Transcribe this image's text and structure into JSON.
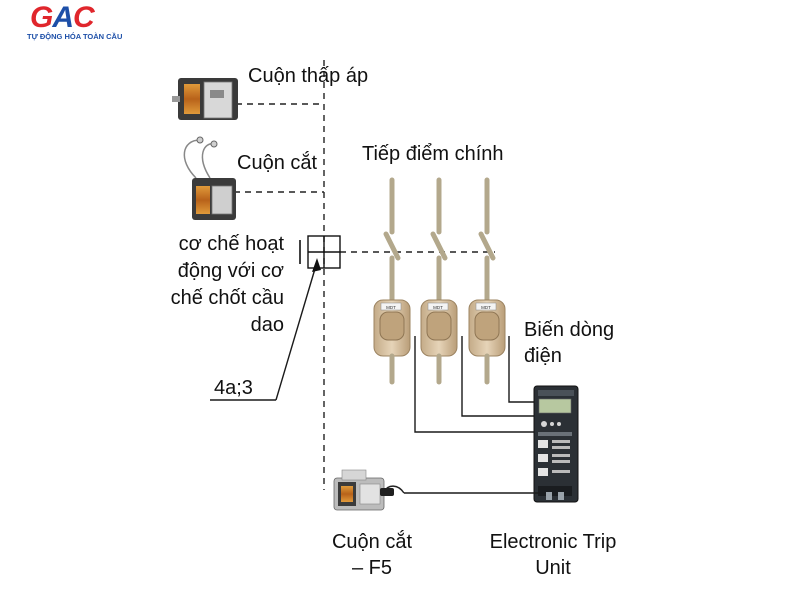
{
  "logo": {
    "wordmark": "GAC",
    "tagline": "TỰ ĐỘNG HÓA TOÀN CẦU",
    "colors": {
      "red": "#e0262c",
      "blue": "#1d4fa8"
    }
  },
  "labels": {
    "undervoltage_coil": "Cuộn thấp áp",
    "shunt_trip_coil": "Cuộn cắt",
    "main_contacts": "Tiếp điểm chính",
    "mechanism": [
      "cơ chế hoạt",
      "động với cơ",
      "chế chốt cầu",
      "dao"
    ],
    "current_transformer": [
      "Biến dòng",
      "điện"
    ],
    "reference": "4a;3",
    "trip_coil_f5": [
      "Cuộn cắt",
      "– F5"
    ],
    "trip_unit": [
      "Electronic Trip",
      "Unit"
    ]
  },
  "ct_tag": "MDT",
  "colors": {
    "contact": "#b3a88c",
    "ct_body": "#d8c3a5",
    "trip_unit": "#2b3035",
    "trip_display": "#b7c8a0",
    "coil_copper": "#c9751c"
  }
}
